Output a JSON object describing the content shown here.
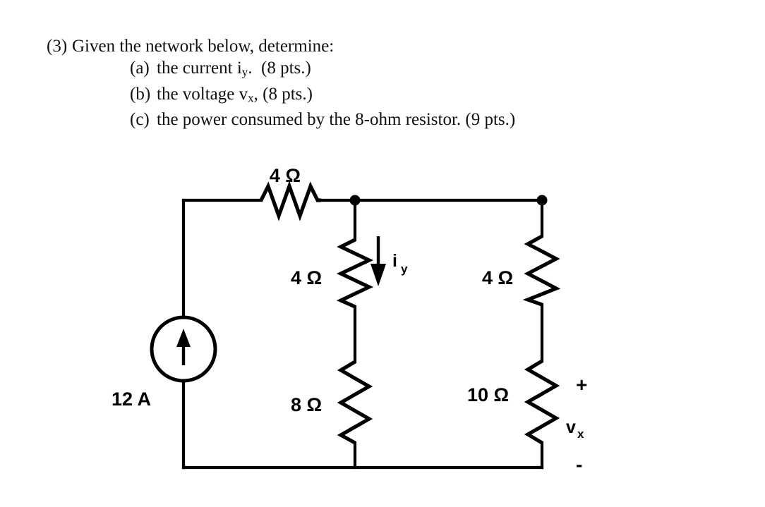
{
  "problem": {
    "number": "(3)",
    "prompt": "Given the network below, determine:",
    "parts": [
      {
        "tag": "(a)",
        "text_before": "the current i",
        "sub": "y",
        "text_after": ".  (8 pts.)"
      },
      {
        "tag": "(b)",
        "text_before": "the voltage v",
        "sub": "x",
        "text_after": ", (8 pts.)"
      },
      {
        "tag": "(c)",
        "text_before": "the power consumed by the 8-ohm resistor. (9 pts.)",
        "sub": "",
        "text_after": ""
      }
    ]
  },
  "circuit": {
    "source": {
      "label": "12 A",
      "type": "independent-current-source",
      "direction": "up"
    },
    "resistors": {
      "top_series": "4 Ω",
      "middle_upper": "4 Ω",
      "middle_lower": "8 Ω",
      "right_upper": "4 Ω",
      "right_lower": "10 Ω"
    },
    "annotations": {
      "current_symbol": "i",
      "current_subscript": "y",
      "current_direction": "down",
      "voltage_symbol": "v",
      "voltage_subscript": "x",
      "polarity_plus": "+",
      "polarity_minus": "-"
    },
    "colors": {
      "ink": "#000000",
      "background": "#ffffff"
    }
  }
}
